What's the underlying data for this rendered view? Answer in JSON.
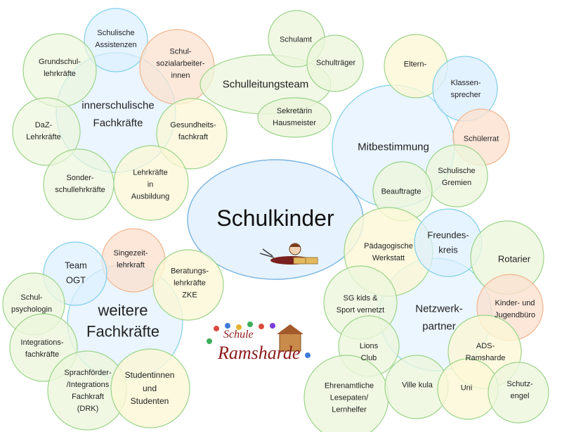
{
  "center": {
    "text": "Schulkinder"
  },
  "groups": {
    "innerschulisch": "innerschulische\nFachkräfte",
    "leitung": "Schulleitungsteam",
    "mitbestimmung": "Mitbestimmung",
    "weitere": "weitere\nFachkräfte",
    "netzwerk": "Netzwerk-\npartner"
  },
  "items": {
    "schulische_assistenzen": "Schulische\nAssistenzen",
    "grundschul": "Grundschul-\nlehrkräfte",
    "sozial": "Schul-\nsozialarbeiter-\ninnen",
    "daz": "DaZ-\nLehrkräfte",
    "gesundheit": "Gesundheits-\nfachkraft",
    "sonder": "Sonder-\nschullehrkräfte",
    "ausbildung": "Lehrkräfte\nin\nAusbildung",
    "schulamt": "Schulamt",
    "schultraeger": "Schulträger",
    "sekretaerin": "Sekretärin\nHausmeister",
    "eltern": "Eltern-",
    "klassensprecher": "Klassen-\nsprecher",
    "schuelerrat": "Schülerrat",
    "gremien": "Schulische\nGremien",
    "beauftragte": "Beauftragte",
    "paedagogische": "Pädagogische\nWerkstatt",
    "freundeskreis": "Freundes-\nkreis",
    "rotarier": "Rotarier",
    "singezeit": "Singezeit-\nlehrkraft",
    "team_ogt": "Team\nOGT",
    "beratung": "Beratungs-\nlehrkräfte\nZKE",
    "schulpsychologin": "Schul-\npsychologin",
    "integration": "Integrations-\nfachkräfte",
    "sprachfoerder": "Sprachförder-\n/Integrations\nFachkraft\n(DRK)",
    "studenten": "Studentinnen\nund\nStudenten",
    "sg_kids": "SG kids &\nSport vernetzt",
    "kinder_jugend": "Kinder- und\nJugendbüro",
    "lions": "Lions\nClub",
    "ads": "ADS-\nRamsharde",
    "ehrenamt": "Ehrenamtliche\nLesepaten/\nLernhelfer",
    "ville_kula": "Ville kula",
    "uni": "Uni",
    "schutzengel": "Schutz-\nengel"
  },
  "logo": {
    "line1": "Schule",
    "line2": "Ramsharde"
  },
  "colors": {
    "blue_fill": "#dcefff",
    "green_fill": "#ecf6dc",
    "yellow_fill": "#fbf7d6",
    "orange_fill": "#fbe1cf",
    "teal_stroke": "#7fd0e8",
    "green_stroke": "#9bd38a",
    "center_fill": "#e3f1fd",
    "center_stroke": "#7ab4e0"
  }
}
